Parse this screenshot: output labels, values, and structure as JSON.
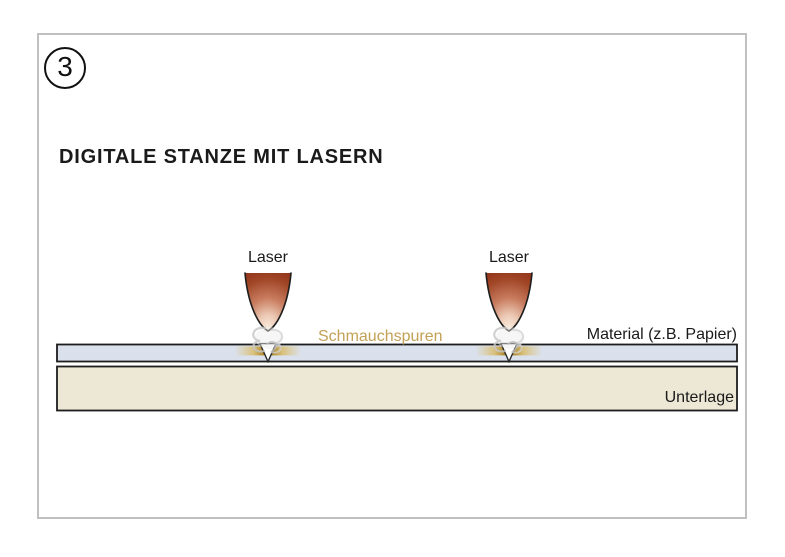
{
  "badge": {
    "number": "3"
  },
  "title": "DIGITALE STANZE MIT LASERN",
  "diagram": {
    "labels": {
      "laser_1": "Laser",
      "laser_2": "Laser",
      "schmauchspuren": "Schmauchspuren",
      "material": "Material (z.B. Papier)",
      "unterlage": "Unterlage"
    },
    "colors": {
      "material_fill": "#dae1ec",
      "base_fill": "#ede7d5",
      "layer_outline": "#1d1d1d",
      "notch_fill": "#ffffff",
      "notch_outline": "#2a2a2a",
      "smoke_trace_text": "#c2a156",
      "smoke_trace_deep": "#a87e1c",
      "smoke_trace_light": "#d9bc6b",
      "laser_dark": "#93351a",
      "laser_mid": "#c87b5e",
      "laser_light": "#f8ecde",
      "smoke_gray": "#c6c6c6",
      "frame_border": "#c0c0c0"
    }
  }
}
